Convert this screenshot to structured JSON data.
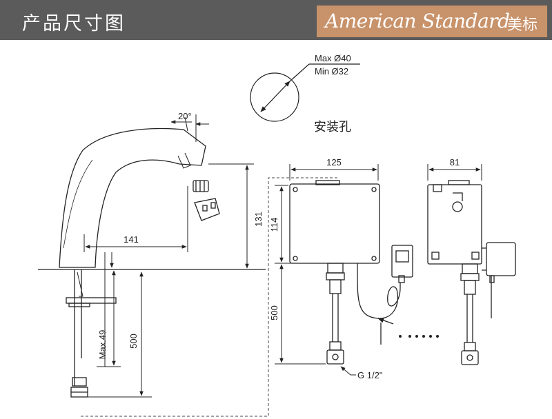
{
  "header": {
    "title": "产品尺寸图",
    "brand_name": "American Standard",
    "brand_cn": "美标"
  },
  "hole": {
    "max_label": "Max Ø40",
    "min_label": "Min Ø32",
    "caption": "安装孔"
  },
  "faucet": {
    "angle_label": "20°",
    "height_label": "131",
    "reach_label": "141",
    "max_label": "Max.49",
    "hose_label": "500"
  },
  "control_box": {
    "width_label": "125",
    "height_label": "114",
    "hose_label": "500",
    "thread_label": "G 1/2\"",
    "side_width_label": "81"
  }
}
